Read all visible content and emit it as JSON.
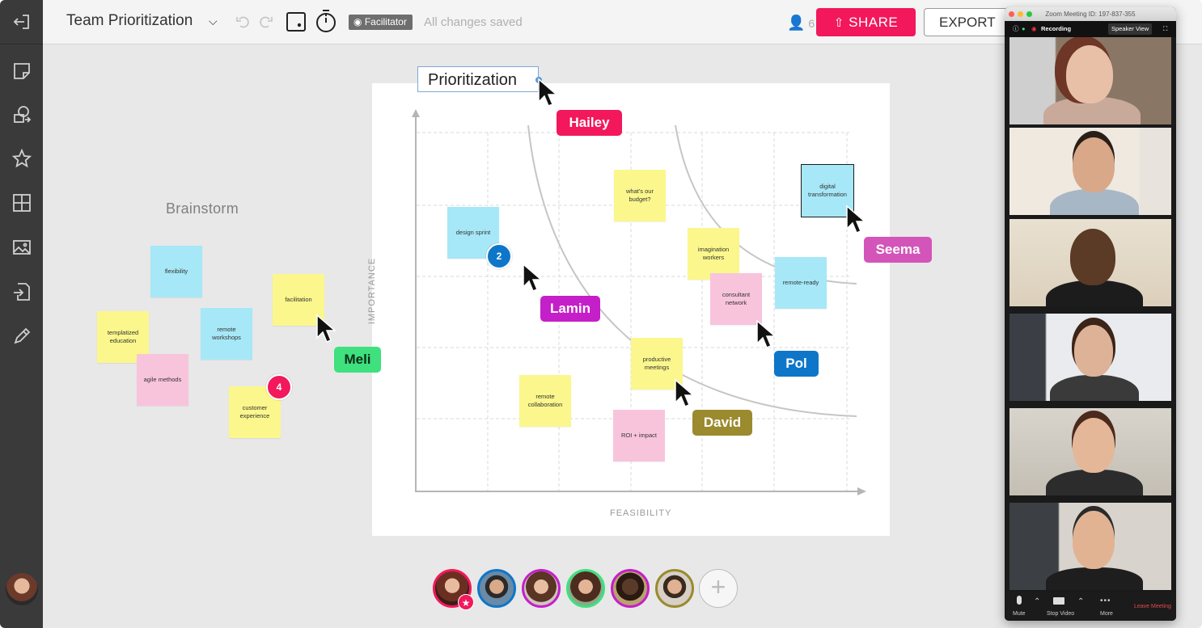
{
  "app": {
    "title": "Team Prioritization",
    "facilitator_label": "Facilitator",
    "save_status": "All changes saved",
    "user_count": "6",
    "share_label": "SHARE",
    "export_label": "EXPORT"
  },
  "sidebar": {
    "items": [
      "exit",
      "sticky-note",
      "shapes",
      "star",
      "grid",
      "image",
      "import",
      "pencil"
    ]
  },
  "canvas": {
    "brainstorm_label": "Brainstorm",
    "board_title": "Prioritization",
    "y_axis_label": "IMPORTANCE",
    "x_axis_label": "FEASIBILITY",
    "brainstorm_notes": [
      {
        "text": "flexibility",
        "color": "blue"
      },
      {
        "text": "facilitation",
        "color": "yellow"
      },
      {
        "text": "templatized education",
        "color": "yellow"
      },
      {
        "text": "remote workshops",
        "color": "blue"
      },
      {
        "text": "agile methods",
        "color": "pink"
      },
      {
        "text": "customer experience",
        "color": "yellow"
      }
    ],
    "board_notes": [
      {
        "text": "design sprint",
        "color": "blue"
      },
      {
        "text": "what's our budget?",
        "color": "yellow"
      },
      {
        "text": "digital transformation",
        "color": "blue"
      },
      {
        "text": "imagination workers",
        "color": "yellow"
      },
      {
        "text": "consultant network",
        "color": "pink"
      },
      {
        "text": "remote-ready",
        "color": "blue"
      },
      {
        "text": "productive meetings",
        "color": "yellow"
      },
      {
        "text": "remote collaboration",
        "color": "yellow"
      },
      {
        "text": "ROI + impact",
        "color": "pink"
      }
    ],
    "badges": [
      "2",
      "4"
    ],
    "cursors": [
      {
        "name": "Hailey",
        "color": "#f2185b"
      },
      {
        "name": "Seema",
        "color": "#d355b9"
      },
      {
        "name": "Lamin",
        "color": "#c51fc9"
      },
      {
        "name": "Meli",
        "color": "#3ee17e"
      },
      {
        "name": "Pol",
        "color": "#0e76c9"
      },
      {
        "name": "David",
        "color": "#9b8a2e"
      }
    ]
  },
  "participants": {
    "ring_colors": [
      "#f2185b",
      "#0e76c9",
      "#c51fc9",
      "#3ee17e",
      "#c51fc9",
      "#9b8a2e"
    ],
    "add_label": "+"
  },
  "zoom": {
    "window_title": "Zoom Meeting ID: 197-837-355",
    "recording_label": "Recording",
    "view_label": "Speaker View",
    "mute_label": "Mute",
    "video_label": "Stop Video",
    "more_label": "More",
    "leave_label": "Leave Meeting"
  }
}
